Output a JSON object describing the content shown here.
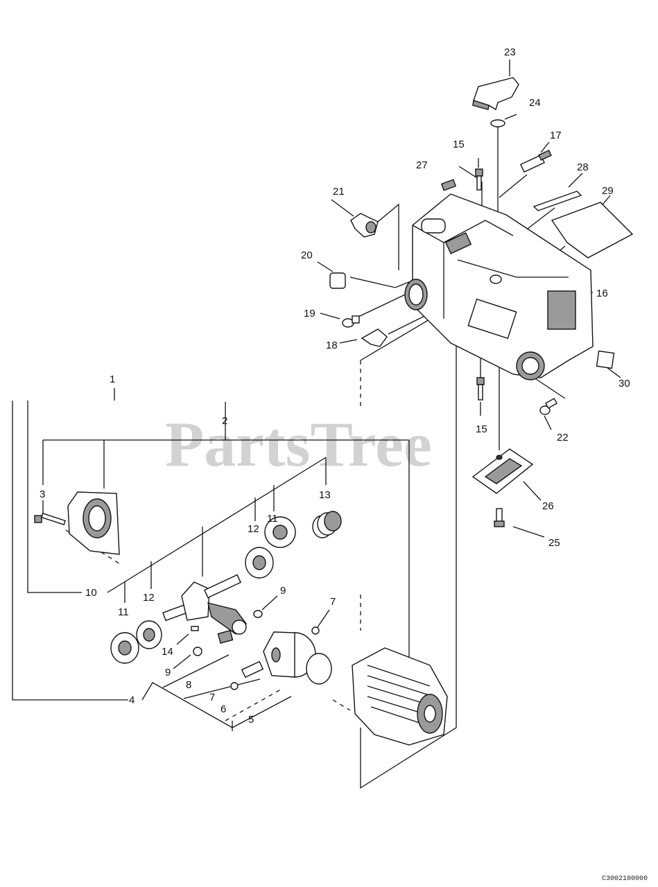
{
  "watermark": "PartsTree",
  "diagram_code": "C3002100000",
  "callouts": {
    "c1": "1",
    "c2": "2",
    "c3": "3",
    "c4": "4",
    "c5": "5",
    "c6": "6",
    "c7a": "7",
    "c7b": "7",
    "c8": "8",
    "c9a": "9",
    "c9b": "9",
    "c10": "10",
    "c11a": "11",
    "c11b": "11",
    "c12a": "12",
    "c12b": "12",
    "c13": "13",
    "c14": "14",
    "c15a": "15",
    "c15b": "15",
    "c16": "16",
    "c17": "17",
    "c18": "18",
    "c19": "19",
    "c20": "20",
    "c21": "21",
    "c22": "22",
    "c23": "23",
    "c24": "24",
    "c25": "25",
    "c26": "26",
    "c27": "27",
    "c28": "28",
    "c29": "29",
    "c30": "30"
  }
}
